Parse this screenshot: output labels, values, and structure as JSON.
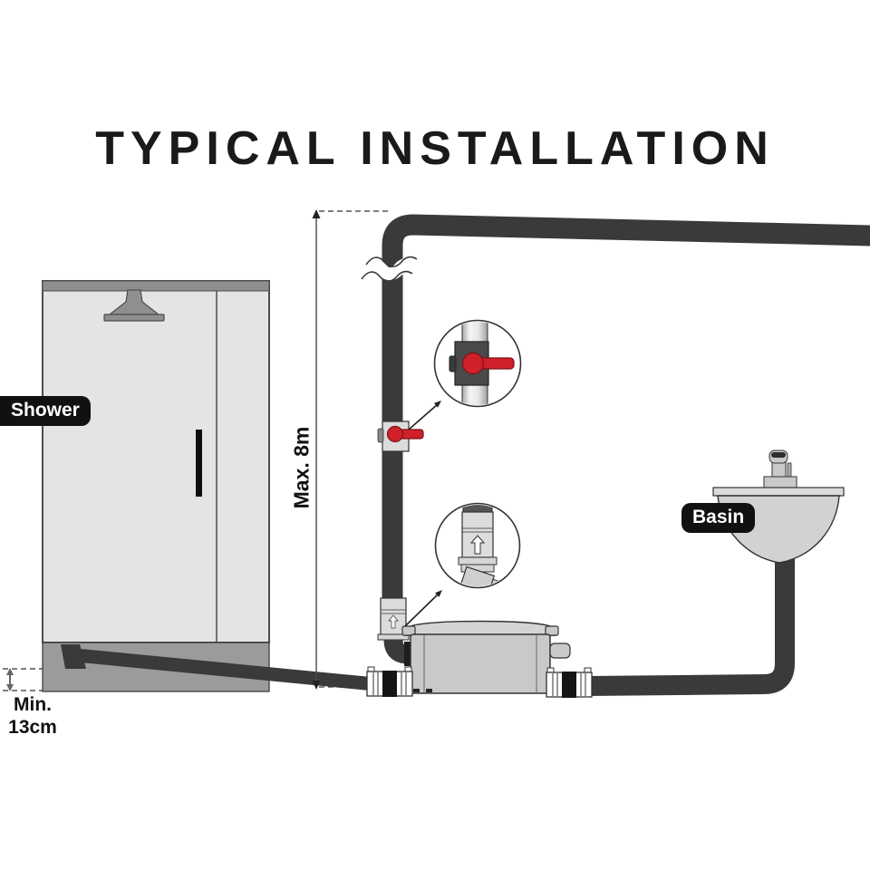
{
  "title": "TYPICAL INSTALLATION",
  "labels": {
    "shower": "Shower",
    "basin": "Basin",
    "max_discharge_height": "Max. 8m",
    "min_tray_height": "Min.\n13cm"
  },
  "icons": [
    "shower-head-icon",
    "tap-icon",
    "pipe-break-icon",
    "shut-off-valve-icon",
    "non-return-valve-icon"
  ],
  "colors": {
    "pipe": "#3a3a3a",
    "accent_red": "#d0202a",
    "accent_red_dark": "#7e1119",
    "enclosure_fill": "#e4e4e4",
    "enclosure_line": "#4d4d4d",
    "fixture_gray": "#8f8f8f",
    "plinth_fill": "#9b9b9b",
    "pump_fill": "#c9c9c9",
    "pump_lid": "#d4d4d4",
    "metal_light": "#dcdcdc",
    "valve_body": "#4a4a4a",
    "badge_bg": "#111111",
    "badge_text": "#ffffff",
    "title_color": "#1a1a1a"
  }
}
